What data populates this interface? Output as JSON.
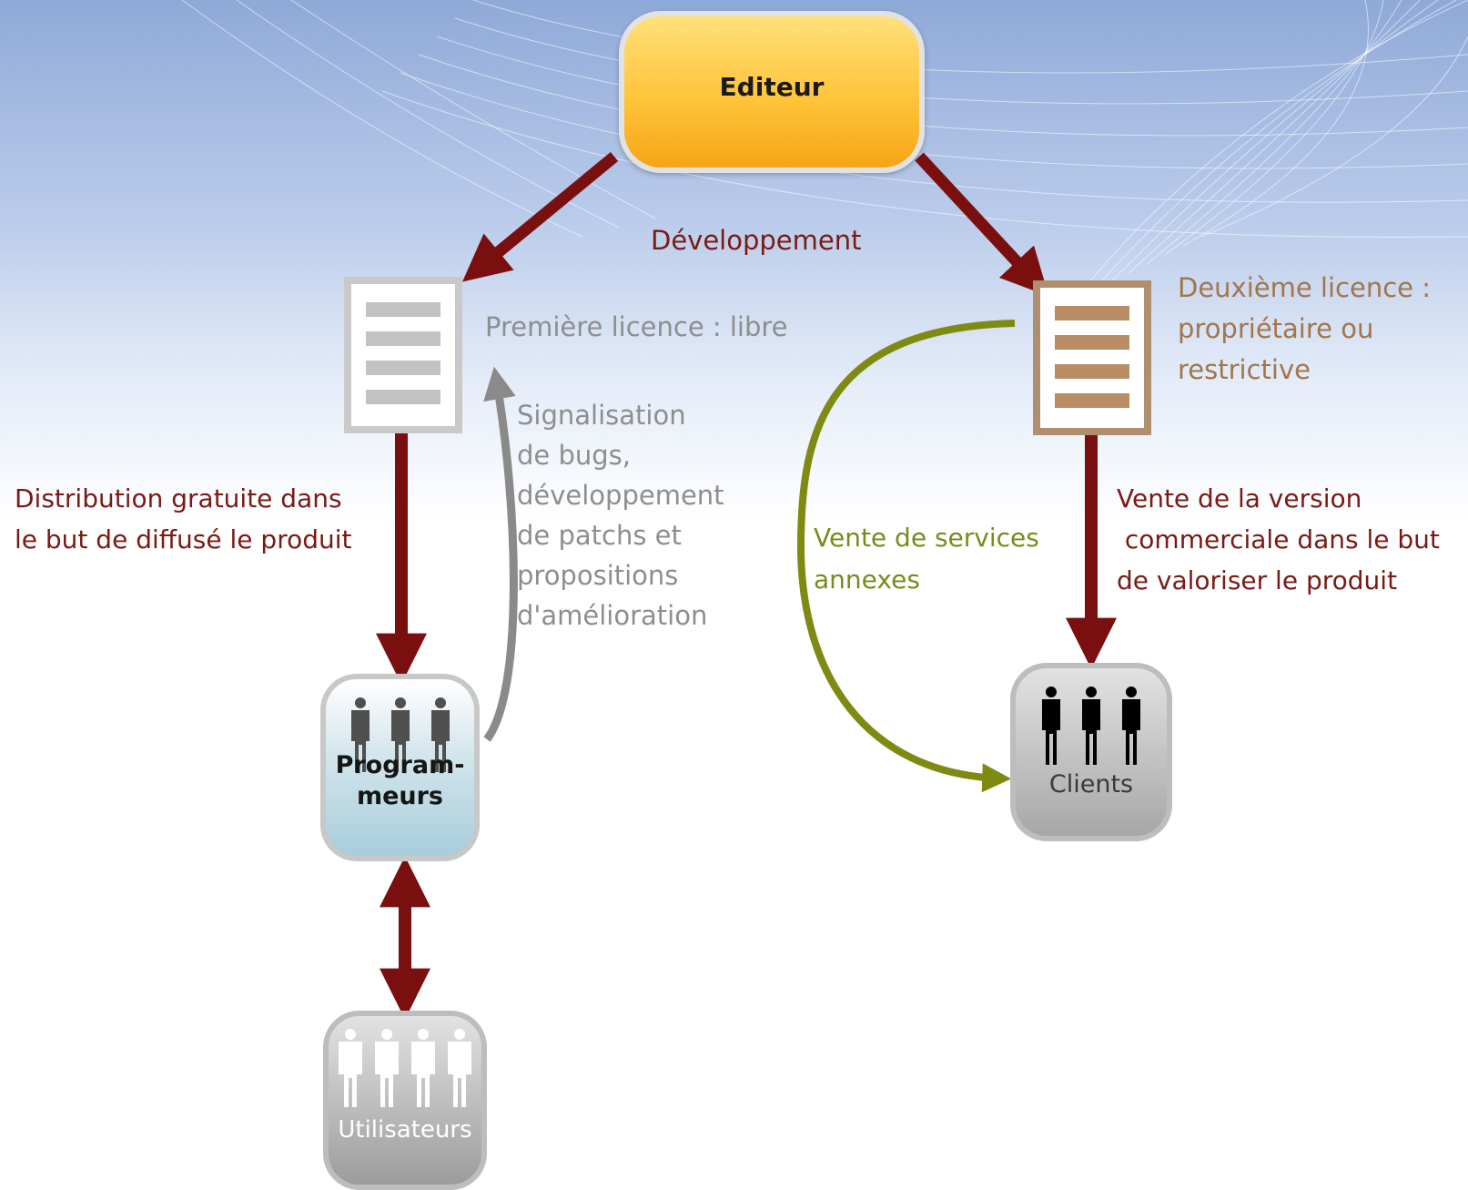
{
  "nodes": {
    "editeur": "Editeur",
    "programmeurs": "Program-\nmeurs",
    "clients": "Clients",
    "utilisateurs": "Utilisateurs"
  },
  "labels": {
    "developpement": "Développement",
    "premiere_licence": "Première licence : libre",
    "deuxieme_licence": "Deuxième licence :\npropriétaire ou\nrestrictive",
    "distribution": "Distribution gratuite dans\nle but de diffusé le produit",
    "signalisation": "Signalisation\nde bugs,\ndéveloppement\nde patchs et\npropositions\nd'amélioration",
    "vente_services": "Vente de services\nannexes",
    "vente_version": "Vente de la version\n commerciale dans le but\nde valoriser le produit"
  },
  "icons": {
    "editeur": "editor-box",
    "premiere_licence": "document-icon",
    "deuxieme_licence": "document-icon",
    "programmeurs": "people-icon",
    "clients": "people-icon",
    "utilisateurs": "people-icon"
  },
  "colors": {
    "arrow_dark_red": "#7a0f0f",
    "arrow_gray": "#8a8a8a",
    "arrow_olive": "#7f8a12",
    "text_dark_red": "#7a1a14",
    "text_gray": "#8e8e8e",
    "text_olive": "#7b8a1a",
    "text_brown": "#a2764a",
    "editeur_fill": "#ffc43a"
  }
}
